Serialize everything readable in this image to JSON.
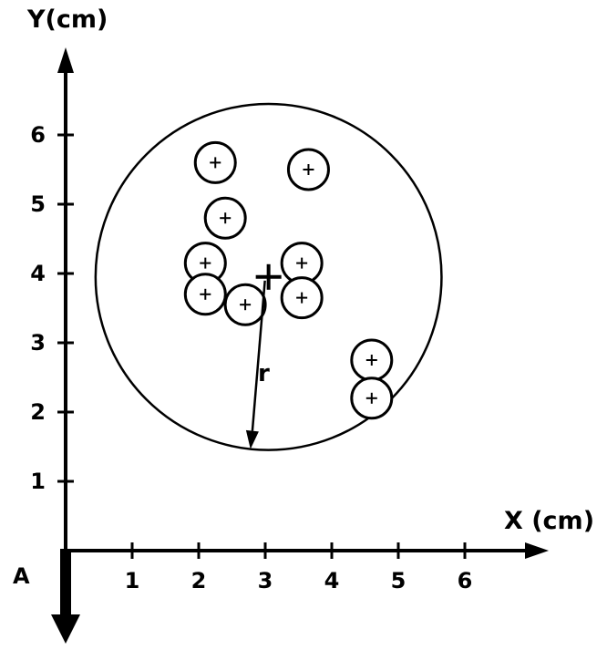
{
  "diagram": {
    "y_axis_title": "Y(cm)",
    "x_axis_title": "X (cm)",
    "origin_label": "A",
    "radius_label": "r",
    "x_ticks": [
      {
        "value": 1,
        "label": "1"
      },
      {
        "value": 2,
        "label": "2"
      },
      {
        "value": 3,
        "label": "3"
      },
      {
        "value": 4,
        "label": "4"
      },
      {
        "value": 5,
        "label": "5"
      },
      {
        "value": 6,
        "label": "6"
      }
    ],
    "y_ticks": [
      {
        "value": 1,
        "label": "1"
      },
      {
        "value": 2,
        "label": "2"
      },
      {
        "value": 3,
        "label": "3"
      },
      {
        "value": 4,
        "label": "4"
      },
      {
        "value": 5,
        "label": "5"
      },
      {
        "value": 6,
        "label": "6"
      }
    ],
    "centroid": {
      "x": 3.05,
      "y": 3.95
    },
    "enclosing_radius": 2.6,
    "points": [
      {
        "x": 2.25,
        "y": 5.6
      },
      {
        "x": 3.65,
        "y": 5.5
      },
      {
        "x": 2.4,
        "y": 4.8
      },
      {
        "x": 2.1,
        "y": 4.15
      },
      {
        "x": 3.55,
        "y": 4.15
      },
      {
        "x": 2.1,
        "y": 3.7
      },
      {
        "x": 3.55,
        "y": 3.65
      },
      {
        "x": 2.7,
        "y": 3.55
      },
      {
        "x": 4.6,
        "y": 2.75
      },
      {
        "x": 4.6,
        "y": 2.2
      }
    ],
    "colors": {
      "ink": "#000000",
      "background": "#ffffff"
    }
  }
}
